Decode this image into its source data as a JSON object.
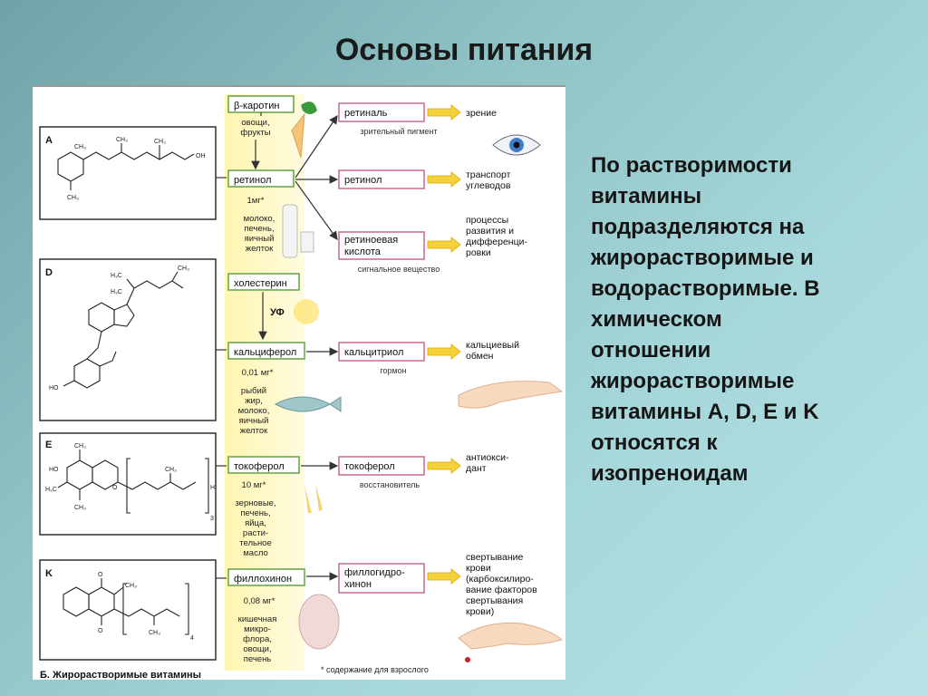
{
  "title": "Основы питания",
  "body_lines": [
    "По растворимости",
    "витамины",
    "подразделяются на",
    "жирорастворимые и",
    "водорастворимые. В",
    "химическом",
    "отношении",
    "жирорастворимые",
    "витамины A, D, E и K",
    "относятся к",
    "изопреноидам"
  ],
  "figure": {
    "caption": "Б. Жирорастворимые витамины",
    "footnote": "* содержание для взрослого",
    "section_letters": [
      "A",
      "D",
      "E",
      "K"
    ],
    "beta_carotene": "β-каротин",
    "beta_sources": [
      "овощи,",
      "фрукты"
    ],
    "retinal": "ретиналь",
    "retinal_note": "зрительный пигмент",
    "vision": "зрение",
    "retinol": "ретинол",
    "retinol_dose": "1мг*",
    "retinol_sources": [
      "молоко,",
      "печень,",
      "яичный",
      "желток"
    ],
    "retinol_product": "ретинол",
    "transport": [
      "транспорт",
      "углеводов"
    ],
    "retinoic": [
      "ретиноевая",
      "кислота"
    ],
    "signal": "сигнальное вещество",
    "processes": [
      "процессы",
      "развития и",
      "дифференци-",
      "ровки"
    ],
    "cholesterol": "холестерин",
    "uv": "УФ",
    "calciferol": "кальциферол",
    "calciferol_dose": "0,01 мг*",
    "calciferol_sources": [
      "рыбий",
      "жир,",
      "молоко,",
      "яичный",
      "желток"
    ],
    "calcitriol": "кальцитриол",
    "hormone": "гормон",
    "calcium": [
      "кальциевый",
      "обмен"
    ],
    "tocopherol": "токоферол",
    "tocopherol_dose": "10 мг*",
    "tocopherol_sources": [
      "зерновые,",
      "печень,",
      "яйца,",
      "расти-",
      "тельное",
      "масло"
    ],
    "tocopherol_product": "токоферол",
    "reducer": "восстановитель",
    "antioxidant": [
      "антиокси-",
      "дант"
    ],
    "phylloquinone": "филлохинон",
    "phylloquinone_dose": "0,08 мг*",
    "phylloquinone_sources": [
      "кишечная",
      "микро-",
      "флора,",
      "овощи,",
      "печень"
    ],
    "phyllohydroquinone": [
      "филлогидро-",
      "хинон"
    ],
    "coagulation": [
      "свертывание",
      "крови",
      "(карбоксилиро-",
      "вание факторов",
      "свертывания",
      "крови)"
    ],
    "struct": {
      "a_ch3": "CH₃",
      "oh": "OH",
      "ho": "HO",
      "h3c": "H₃C",
      "ch3": "CH₃",
      "h": "H",
      "o": "O",
      "sub3": "3",
      "sub4": "4"
    }
  }
}
